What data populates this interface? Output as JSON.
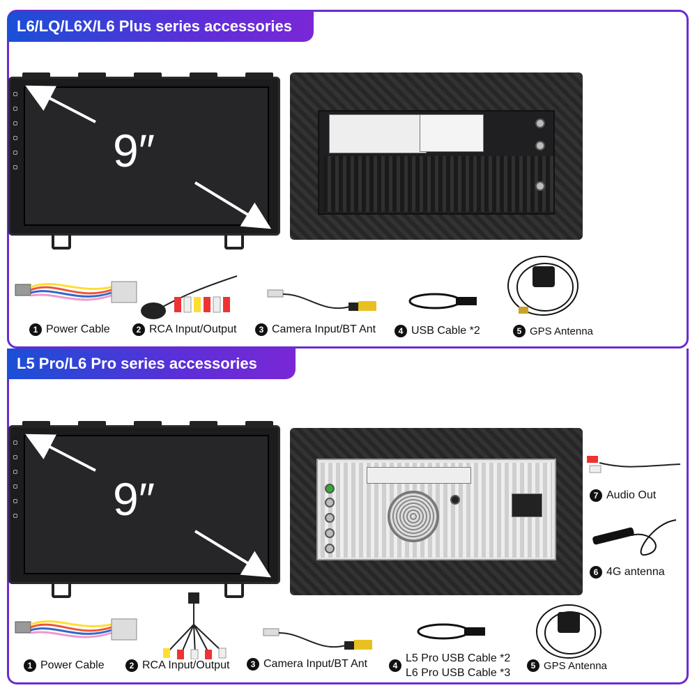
{
  "sections": [
    {
      "title": "L6/LQ/L6X/L6 Plus series accessories",
      "screen_size": "9″",
      "accessories": [
        {
          "num": "1",
          "label": "Power Cable",
          "icon": "power-cable-harness"
        },
        {
          "num": "2",
          "label": "RCA Input/Output",
          "icon": "rca-cable"
        },
        {
          "num": "3",
          "label": "Camera Input/BT Ant",
          "icon": "camera-cable"
        },
        {
          "num": "4",
          "label": "USB Cable *2",
          "icon": "usb-cable"
        },
        {
          "num": "5",
          "label": "GPS Antenna",
          "icon": "gps-antenna"
        }
      ]
    },
    {
      "title": "L5 Pro/L6 Pro series accessories",
      "screen_size": "9″",
      "accessories": [
        {
          "num": "1",
          "label": "Power Cable",
          "icon": "power-cable-harness"
        },
        {
          "num": "2",
          "label": "RCA Input/Output",
          "icon": "rca-cable"
        },
        {
          "num": "3",
          "label": "Camera Input/BT Ant",
          "icon": "camera-cable"
        },
        {
          "num": "4",
          "label": "L5 Pro USB Cable *2",
          "label2": "L6 Pro USB Cable *3",
          "icon": "usb-cable"
        },
        {
          "num": "5",
          "label": "GPS Antenna",
          "icon": "gps-antenna"
        },
        {
          "num": "6",
          "label": "4G antenna",
          "icon": "4g-antenna"
        },
        {
          "num": "7",
          "label": "Audio Out",
          "icon": "audio-out-cable"
        }
      ]
    }
  ],
  "colors": {
    "frame": "#6a2ccf",
    "title_gradient_start": "#1a4fd6",
    "title_gradient_end": "#7a27d6"
  }
}
